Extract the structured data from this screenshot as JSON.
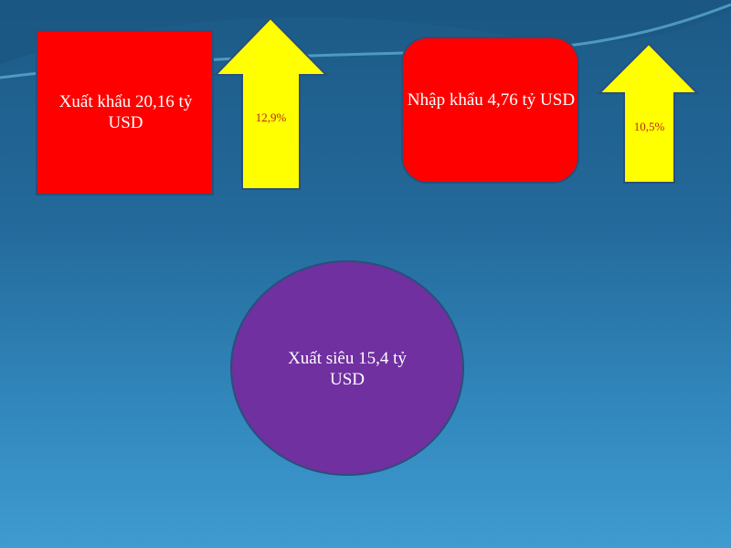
{
  "export": {
    "label": "Xuất khẩu 20,16 tỷ USD",
    "growth": "12,9%"
  },
  "import": {
    "label": "Nhập khẩu 4,76 tỷ USD",
    "growth": "10,5%"
  },
  "surplus": {
    "label": "Xuất siêu 15,4 tỷ USD"
  },
  "colors": {
    "box": "#ff0000",
    "arrow": "#ffff00",
    "circle": "#7030a0",
    "border": "#2a4f7a"
  }
}
